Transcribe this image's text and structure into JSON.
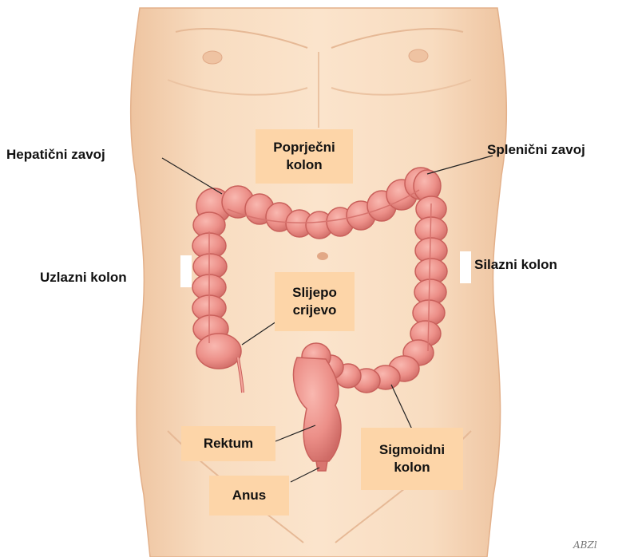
{
  "labels": {
    "hepatic_flexure": "Hepatični zavoj",
    "transverse_colon": "Poprječni kolon",
    "splenic_flexure": "Splenični zavoj",
    "ascending_colon": "Uzlazni kolon",
    "descending_colon": "Silazni kolon",
    "cecum": "Slijepo crijevo",
    "rectum": "Rektum",
    "sigmoid_colon": "Sigmoidni kolon",
    "anus": "Anus"
  },
  "signature": "ABZl",
  "colors": {
    "skin": "#f6d6b8",
    "skin_shadow": "#e9b994",
    "colon": "#ec8f88",
    "colon_dark": "#c9605b",
    "colon_light": "#f7b3ab",
    "label_box": "#fdd5a8"
  }
}
